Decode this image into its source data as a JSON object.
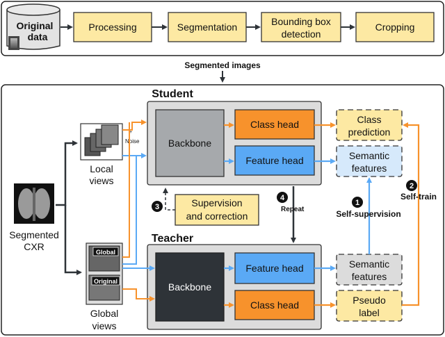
{
  "pipeline": {
    "original_data": [
      "Original",
      "data"
    ],
    "steps": [
      "Processing",
      "Segmentation",
      "Bounding box",
      "detection",
      "Cropping"
    ],
    "segmented_images": "Segmented images"
  },
  "student": {
    "title": "Student",
    "backbone": "Backbone",
    "class_head": "Class head",
    "feature_head": "Feature head"
  },
  "teacher": {
    "title": "Teacher",
    "backbone": "Backbone",
    "feature_head": "Feature head",
    "class_head": "Class head"
  },
  "inputs": {
    "segmented_cxr": [
      "Segmented",
      "CXR"
    ],
    "local_views": [
      "Local",
      "views"
    ],
    "global_views": [
      "Global",
      "views"
    ],
    "global_tag": "Global",
    "original_tag": "Original",
    "noise": "Noise"
  },
  "outputs": {
    "class_prediction": [
      "Class",
      "prediction"
    ],
    "semantic_features_student": [
      "Semantic",
      "features"
    ],
    "semantic_features_teacher": [
      "Semantic",
      "features"
    ],
    "pseudo_label": [
      "Pseudo",
      "label"
    ]
  },
  "steps": {
    "s1_num": "1",
    "s1_label": "Self-supervision",
    "s2_num": "2",
    "s2_label": "Self-train",
    "s3_num": "3",
    "s3_label": [
      "Supervision",
      "and correction"
    ],
    "s4_num": "4",
    "s4_label": "Repeat"
  },
  "colors": {
    "yellow": "#fde9a3",
    "orange": "#f7922c",
    "blue": "#5aa9f5",
    "light_blue": "#d6e9fb",
    "gray_panel": "#dcdcdc",
    "dark": "#2e3338"
  }
}
